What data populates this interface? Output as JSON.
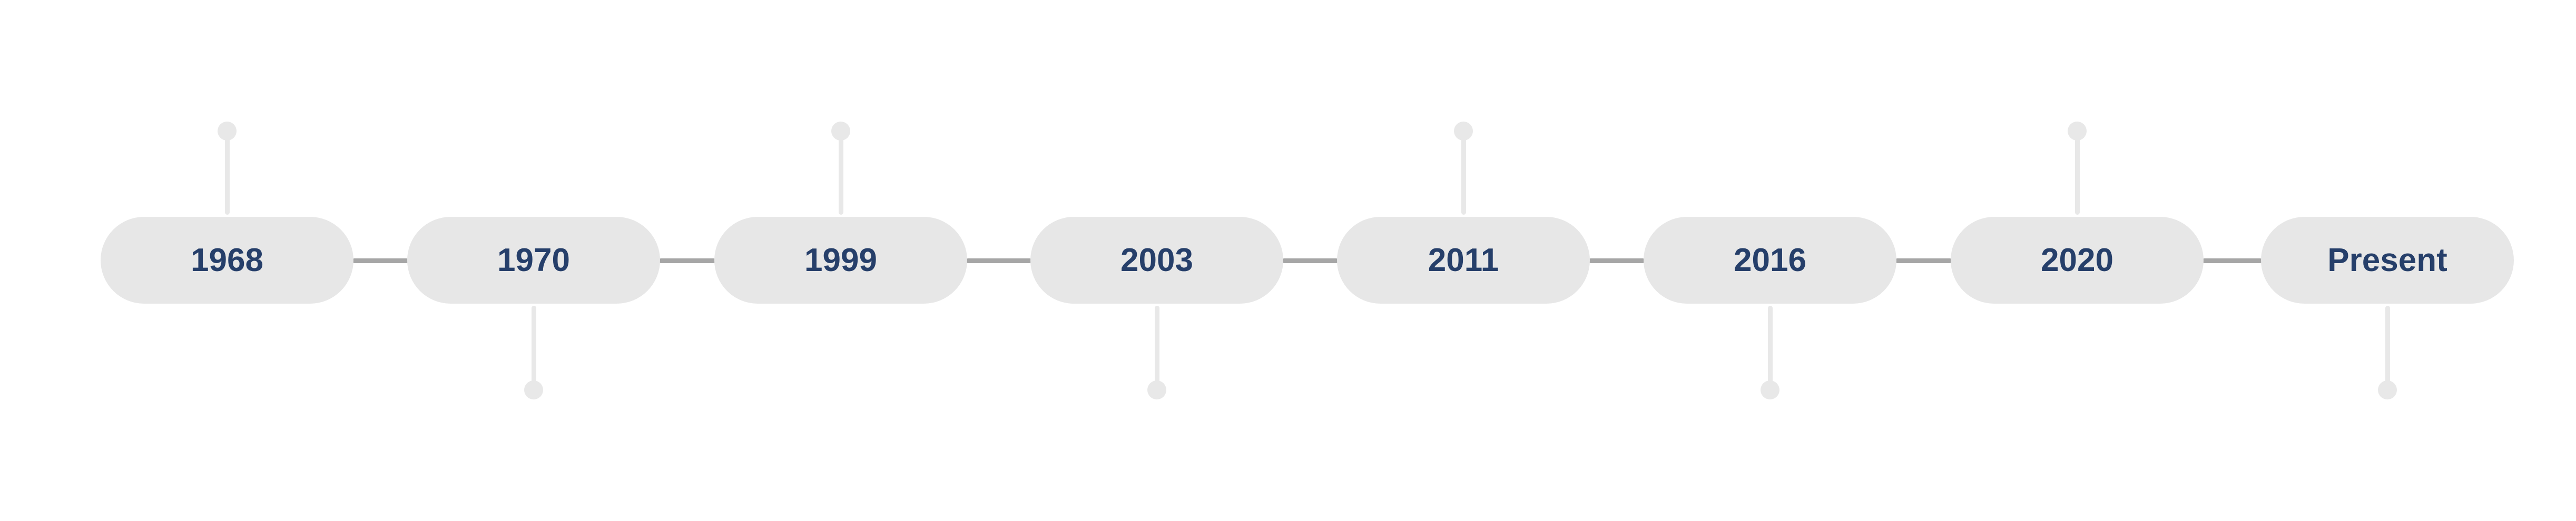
{
  "timeline": {
    "colors": {
      "pill_fill": "#e7e7e7",
      "label_text": "#263f6a",
      "connector": "#a6a6a6",
      "marker": "#e8e8e8",
      "background": "#ffffff"
    },
    "events": [
      {
        "label": "1968",
        "marker": "up"
      },
      {
        "label": "1970",
        "marker": "down"
      },
      {
        "label": "1999",
        "marker": "up"
      },
      {
        "label": "2003",
        "marker": "down"
      },
      {
        "label": "2011",
        "marker": "up"
      },
      {
        "label": "2016",
        "marker": "down"
      },
      {
        "label": "2020",
        "marker": "up"
      },
      {
        "label": "Present",
        "marker": "down"
      }
    ]
  }
}
